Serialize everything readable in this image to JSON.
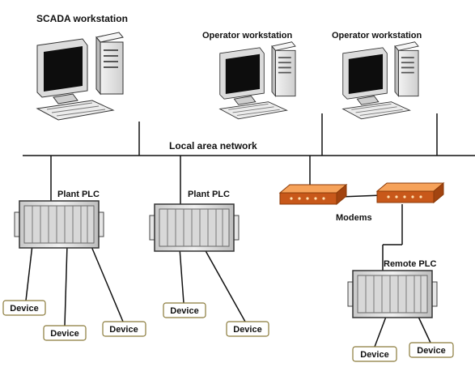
{
  "labels": {
    "scada": "SCADA workstation",
    "operator1": "Operator workstation",
    "operator2": "Operator workstation",
    "lan": "Local area network",
    "plant_plc_1": "Plant PLC",
    "plant_plc_2": "Plant PLC",
    "modems": "Modems",
    "remote_plc": "Remote PLC"
  },
  "devices": [
    "Device",
    "Device",
    "Device",
    "Device",
    "Device",
    "Device",
    "Device"
  ],
  "colors": {
    "line": "#111111",
    "modem_top": "#f6a25a",
    "modem_front": "#c8581a",
    "modem_leds": "#ffe0b0",
    "screen": "#101010",
    "computer_body": "#e4e4e4",
    "plc_body": "#d9d9d9",
    "device_border": "#8a7a3a"
  },
  "icons": [
    "desktop-computer-icon",
    "plc-rack-icon",
    "modem-icon"
  ]
}
